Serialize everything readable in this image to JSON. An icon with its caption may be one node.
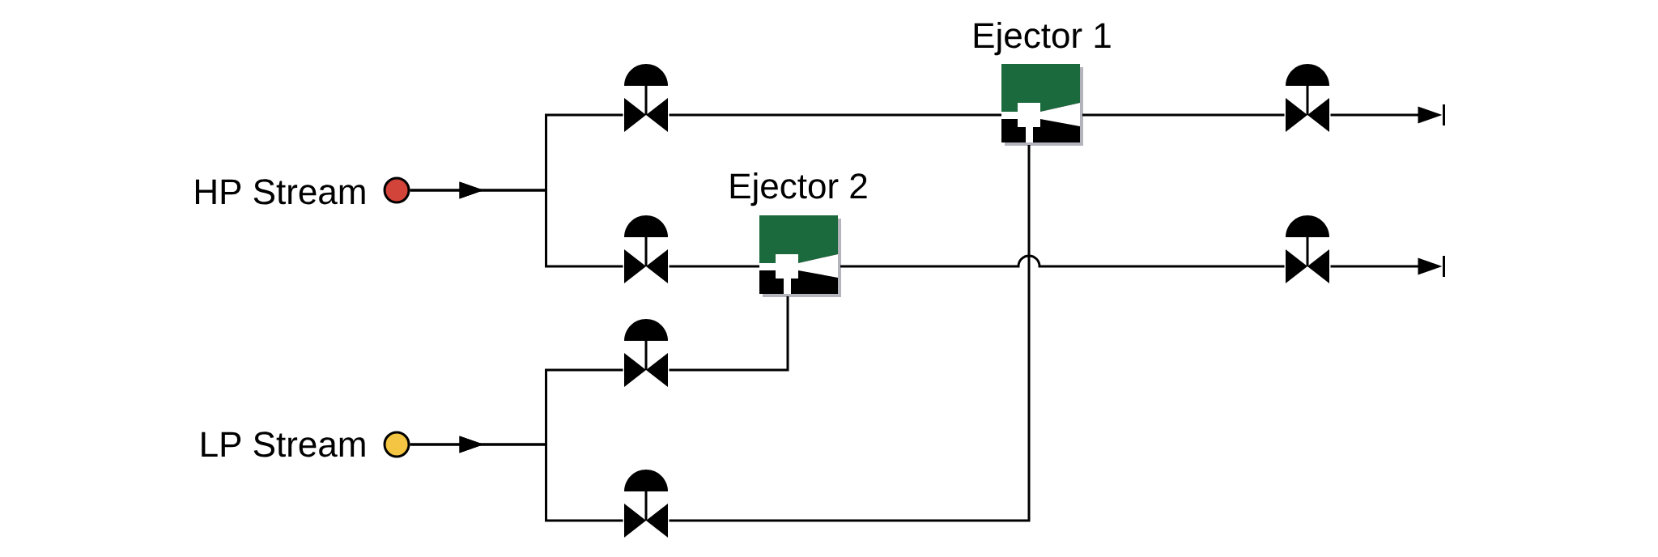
{
  "diagram": {
    "nodes": [
      {
        "text": [
          "HP Stream"
        ]
      },
      {
        "text": [
          "LP Stream"
        ]
      },
      {
        "text": [
          "Ejector 1"
        ]
      },
      {
        "text": [
          "Ejector 2"
        ]
      },
      {
        "text": [],
        "shape": "valve"
      },
      {
        "text": [],
        "shape": "valve"
      },
      {
        "text": [],
        "shape": "valve"
      },
      {
        "text": [],
        "shape": "valve"
      },
      {
        "text": [],
        "shape": "valve"
      },
      {
        "text": [],
        "shape": "valve"
      }
    ],
    "edges": [
      {
        "from": 0,
        "to": 4,
        "arrow": "to"
      },
      {
        "from": 0,
        "to": 5,
        "arrow": "to"
      },
      {
        "from": 4,
        "to": 2,
        "arrow": "none"
      },
      {
        "from": 5,
        "to": 3,
        "arrow": "none"
      },
      {
        "from": 1,
        "to": 6,
        "arrow": "to"
      },
      {
        "from": 1,
        "to": 7,
        "arrow": "to"
      },
      {
        "from": 6,
        "to": 3,
        "arrow": "none"
      },
      {
        "from": 7,
        "to": 2,
        "arrow": "none"
      },
      {
        "from": 2,
        "to": 8,
        "arrow": "none"
      },
      {
        "from": 3,
        "to": 9,
        "arrow": "none"
      },
      {
        "from": 8,
        "to": null,
        "arrow": "to"
      },
      {
        "from": 9,
        "to": null,
        "arrow": "to"
      }
    ]
  }
}
